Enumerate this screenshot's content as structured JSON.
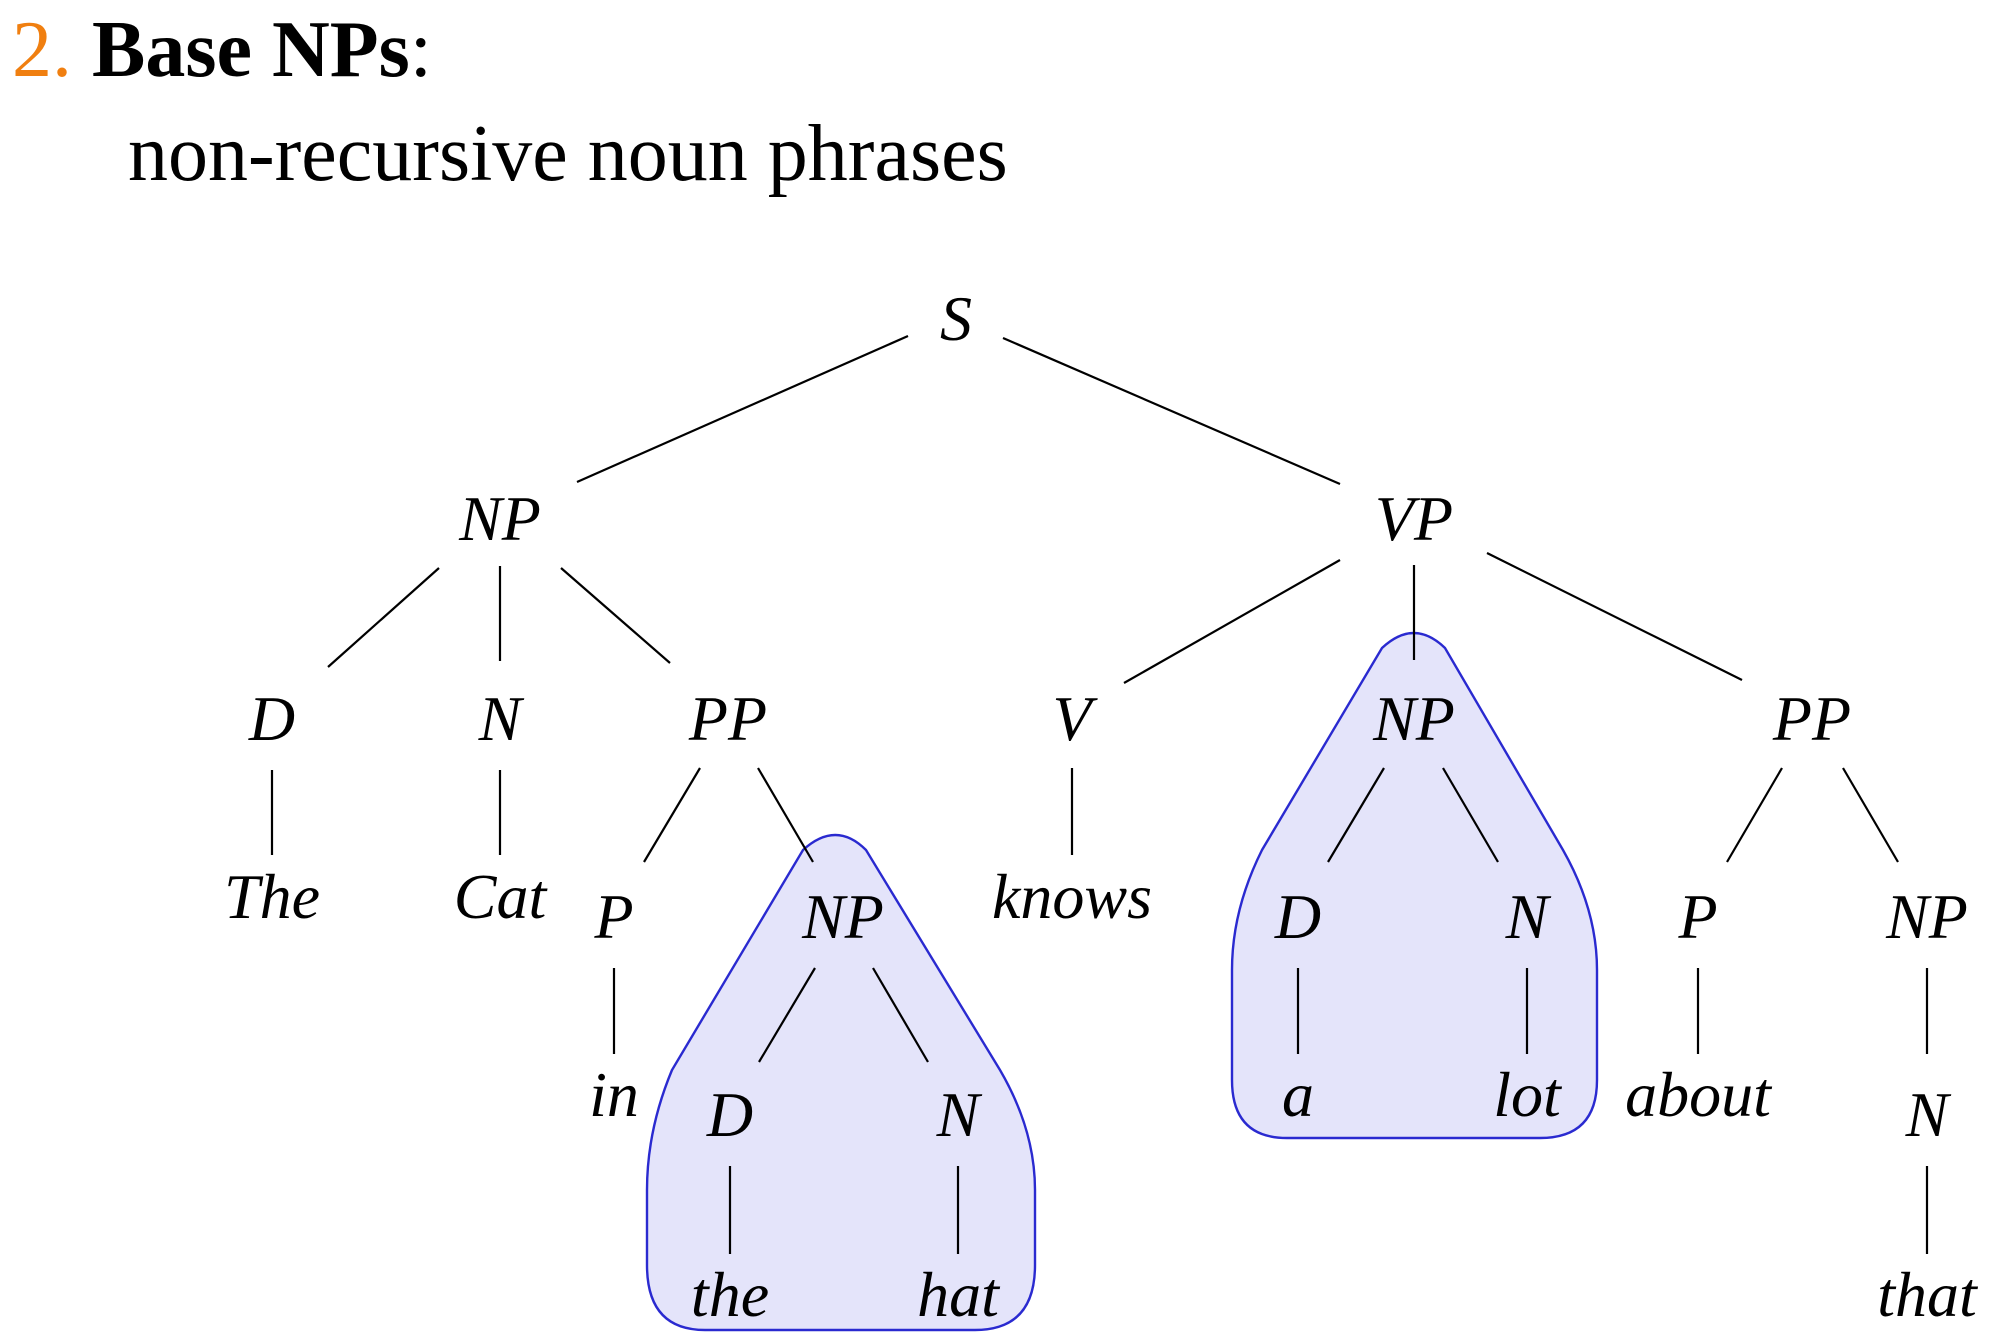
{
  "heading": {
    "number": "2.",
    "title": "Base NPs",
    "colon": ":",
    "subtitle": "non-recursive noun phrases"
  },
  "colors": {
    "number": "#f07f10",
    "highlight_fill": "#e4e4fa",
    "highlight_stroke": "#2a2ad0"
  },
  "tree": {
    "nodes": {
      "s": "S",
      "np1": "NP",
      "vp": "VP",
      "d1": "D",
      "n1": "N",
      "pp1": "PP",
      "v": "V",
      "np2": "NP",
      "pp2": "PP",
      "the1": "The",
      "cat": "Cat",
      "p1": "P",
      "np3": "NP",
      "knows": "knows",
      "d2": "D",
      "n2": "N",
      "p2": "P",
      "np4": "NP",
      "in": "in",
      "d3": "D",
      "n3": "N",
      "a": "a",
      "lot": "lot",
      "about": "about",
      "n4": "N",
      "the2": "the",
      "hat": "hat",
      "that": "that"
    },
    "base_np_highlights": [
      "np3",
      "np2"
    ]
  }
}
